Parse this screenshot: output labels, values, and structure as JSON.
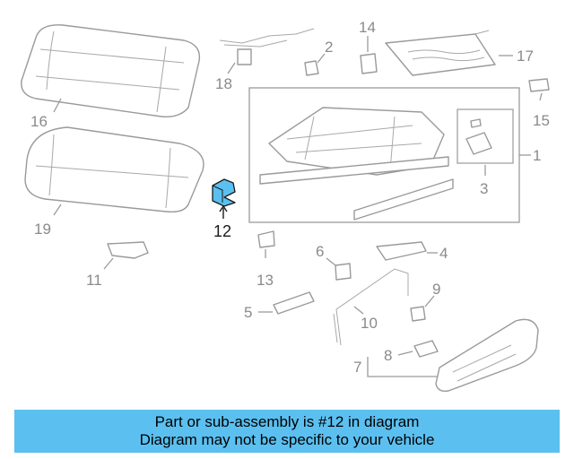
{
  "callouts": {
    "c1": "1",
    "c2": "2",
    "c3": "3",
    "c4": "4",
    "c5": "5",
    "c6": "6",
    "c7": "7",
    "c8": "8",
    "c9": "9",
    "c10": "10",
    "c11": "11",
    "c12": "12",
    "c13": "13",
    "c14": "14",
    "c15": "15",
    "c16": "16",
    "c17": "17",
    "c18": "18",
    "c19": "19"
  },
  "highlight": {
    "part_number": "12",
    "color": "#5bc0f0"
  },
  "banner": {
    "line1": "Part or sub-assembly is #12 in diagram",
    "line2": "Diagram may not be specific to your vehicle",
    "color": "#5bc0f0"
  }
}
